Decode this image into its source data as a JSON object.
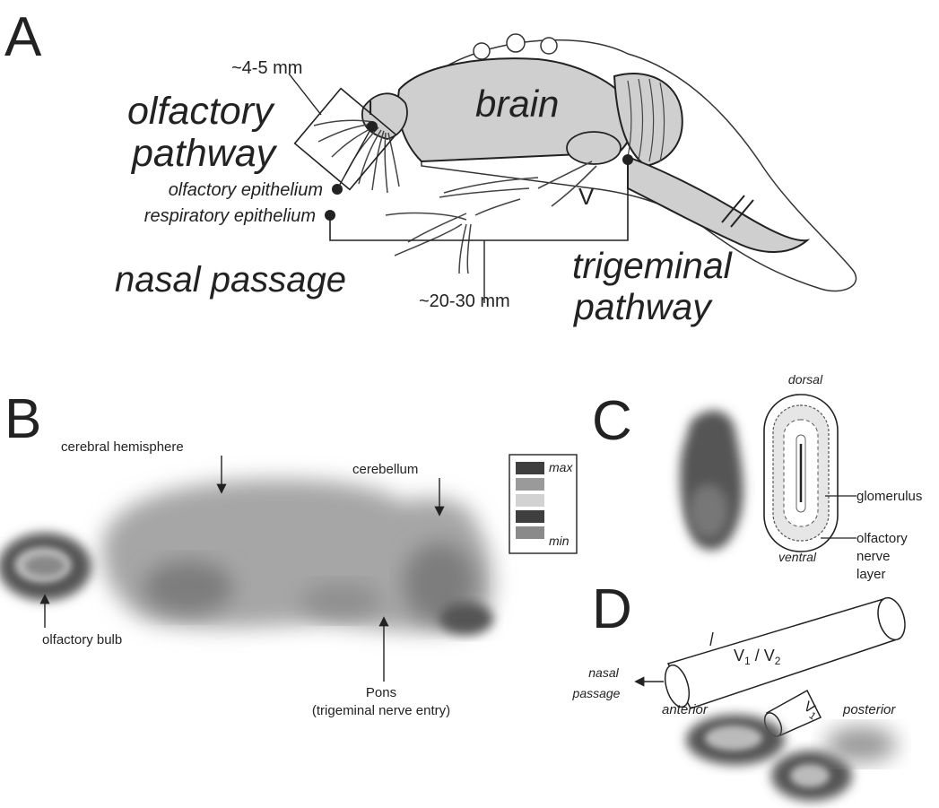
{
  "colors": {
    "line": "#222222",
    "tissue_fill": "#cfcfcf",
    "nerve": "#4a4a4a",
    "stain_dark": "#3f3f3f",
    "stain_mid": "#7d7d7d",
    "stain_light": "#b8b8b8",
    "background": "#ffffff"
  },
  "panel_a": {
    "letter": "A",
    "brain": "brain",
    "olfactory_distance": "~4-5 mm",
    "olfactory_line1": "olfactory",
    "olfactory_line2": "pathway",
    "olfactory_epithelium": "olfactory epithelium",
    "respiratory_epithelium": "respiratory epithelium",
    "nasal_passage": "nasal passage",
    "trigeminal_distance": "~20-30 mm",
    "trigeminal_line1": "trigeminal",
    "trigeminal_line2": "pathway",
    "cranial_nerve_1": "I",
    "cranial_nerve_5": "V"
  },
  "panel_b": {
    "letter": "B",
    "cerebral_hemisphere": "cerebral hemisphere",
    "cerebellum": "cerebellum",
    "olfactory_bulb": "olfactory bulb",
    "pons_line1": "Pons",
    "pons_line2": "(trigeminal nerve entry)"
  },
  "legend": {
    "max": "max",
    "min": "min",
    "swatches": [
      "#3f3f3f",
      "#9a9a9a",
      "#d2d2d2",
      "#3f3f3f",
      "#8a8a8a"
    ]
  },
  "panel_c": {
    "letter": "C",
    "dorsal": "dorsal",
    "ventral": "ventral",
    "glomerulus": "glomerulus",
    "onl_line1": "olfactory",
    "onl_line2": "nerve",
    "onl_line3": "layer"
  },
  "panel_d": {
    "letter": "D",
    "nasal_line1": "nasal",
    "nasal_line2": "passage",
    "anterior": "anterior",
    "posterior": "posterior",
    "v1v2_main": "V",
    "v1v2_sub1": "1",
    "v1v2_sep": " / V",
    "v1v2_sub2": "2",
    "v1_main": "V",
    "v1_sub": "1"
  }
}
